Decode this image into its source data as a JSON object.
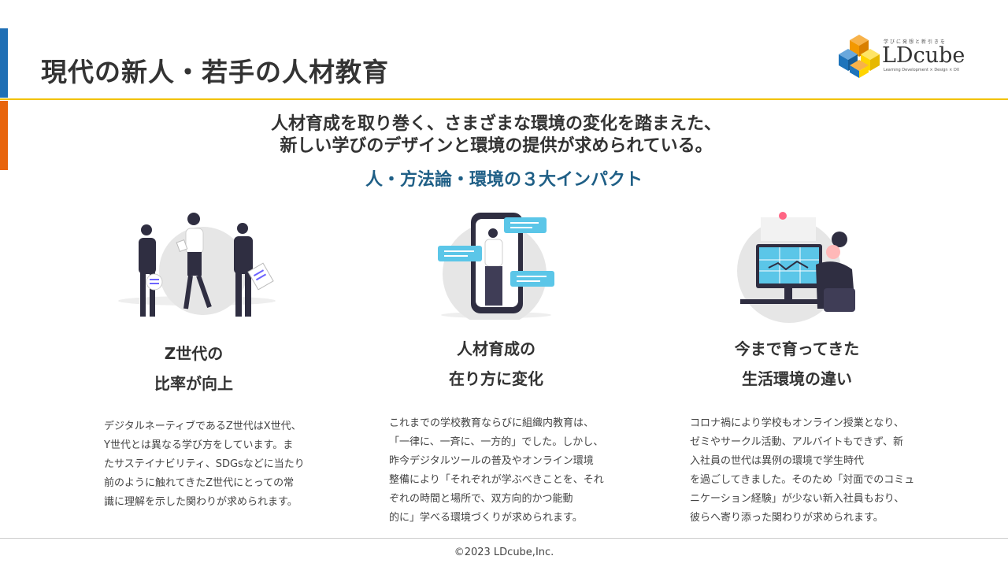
{
  "slide": {
    "title": "現代の新人・若手の人材教育"
  },
  "logo": {
    "tagline": "学びに発想と新引きを",
    "wordmark": "LDcube",
    "subline": "Learning Development × Design × DX",
    "colors": {
      "orange": "#f39800",
      "yellow": "#ffd400",
      "blue": "#1e74bb"
    }
  },
  "headline": {
    "line1": "人材育成を取り巻く、さまざまな環境の変化を踏まえた、",
    "line2": "新しい学びのデザインと環境の提供が求められている。"
  },
  "subheadline": "人・方法論・環境の３大インパクト",
  "columns": [
    {
      "heading_line1": "Z世代の",
      "heading_line2": "比率が向上",
      "body": [
        "デジタルネーティブであるZ世代はX世代、",
        "Y世代とは異なる学び方をしています。ま",
        "たサステイナビリティ、SDGsなどに当たり",
        "前のように触れてきたZ世代にとっての常",
        "識に理解を示した関わりが求められます。"
      ],
      "illustration": "three-people-icon"
    },
    {
      "heading_line1": "人材育成の",
      "heading_line2": "在り方に変化",
      "body": [
        "これまでの学校教育ならびに組織内教育は、",
        "「一律に、一斉に、一方的」でした。しかし、",
        "昨今デジタルツールの普及やオンライン環境",
        "整備により「それぞれが学ぶべきことを、それ",
        "ぞれの時間と場所で、双方向的かつ能動",
        "的に」学べる環境づくりが求められます。"
      ],
      "illustration": "smartphone-chat-icon"
    },
    {
      "heading_line1": "今まで育ってきた",
      "heading_line2": "生活環境の違い",
      "body": [
        "コロナ禍により学校もオンライン授業となり、",
        "ゼミやサークル活動、アルバイトもできず、新",
        "入社員の世代は異例の環境で学生時代",
        "を過ごしてきました。そのため「対面でのコミュ",
        "ニケーション経験」が少ない新入社員もおり、",
        "彼らへ寄り添った関わりが求められます。"
      ],
      "illustration": "remote-work-icon"
    }
  ],
  "footer": {
    "copyright": "©2023 LDcube,Inc."
  },
  "colors": {
    "accent_blue": "#1f6fb5",
    "accent_orange": "#e8640c",
    "rule_yellow": "#f2c200",
    "subheadline_blue": "#1f5f86",
    "illustration_dark": "#2f2e41",
    "illustration_cyan": "#5bc6e8"
  }
}
